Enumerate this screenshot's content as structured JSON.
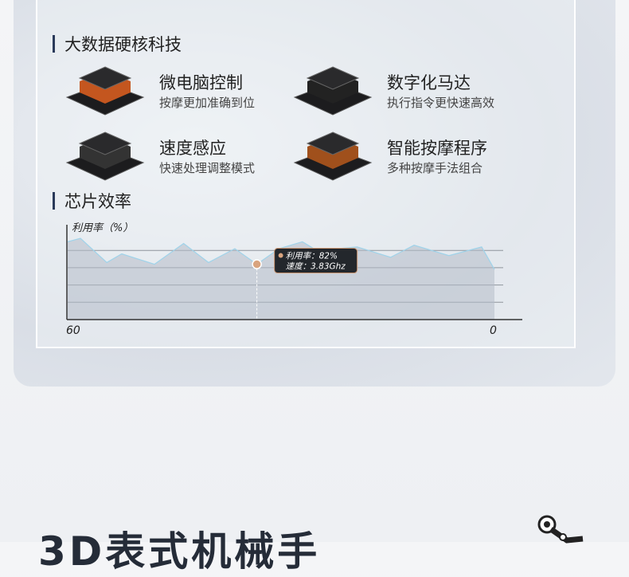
{
  "section1": {
    "title": "大数据硬核科技"
  },
  "features": [
    {
      "title": "微电脑控制",
      "desc": "按摩更加准确到位",
      "icon": "microcontroller-chip-icon"
    },
    {
      "title": "数字化马达",
      "desc": "执行指令更快速高效",
      "icon": "motor-chip-icon"
    },
    {
      "title": "速度感应",
      "desc": "快速处理调整模式",
      "icon": "sensor-chip-icon"
    },
    {
      "title": "智能按摩程序",
      "desc": "多种按摩手法组合",
      "icon": "program-chip-icon"
    }
  ],
  "section2": {
    "title": "芯片效率"
  },
  "chart_data": {
    "type": "area",
    "ylabel": "利用率（%）",
    "xlabel": "",
    "x_tick_labels": [
      "60",
      "0"
    ],
    "xlim": [
      60,
      0
    ],
    "ylim": [
      50,
      100
    ],
    "grid": true,
    "x": [
      60,
      58.2,
      54.5,
      52.4,
      47.8,
      43.7,
      40.2,
      36.5,
      33.4,
      30.3,
      27,
      25,
      19.3,
      14.6,
      11.3,
      6.4,
      1.8,
      0
    ],
    "series": [
      {
        "name": "利用率",
        "values": [
          95,
          97,
          83,
          88,
          82,
          94,
          83,
          91,
          82,
          91,
          95,
          90,
          92,
          86,
          93,
          87,
          92,
          79
        ]
      }
    ],
    "colors": {
      "line": "#9fd3ea",
      "area": "#b4bcc8",
      "marker": "#d9a47f"
    },
    "tooltip": {
      "index": 8,
      "line1": "利用率：82%",
      "line2": "速度：3.83Ghz"
    }
  },
  "bottom": {
    "title": "3D表式机械手"
  }
}
